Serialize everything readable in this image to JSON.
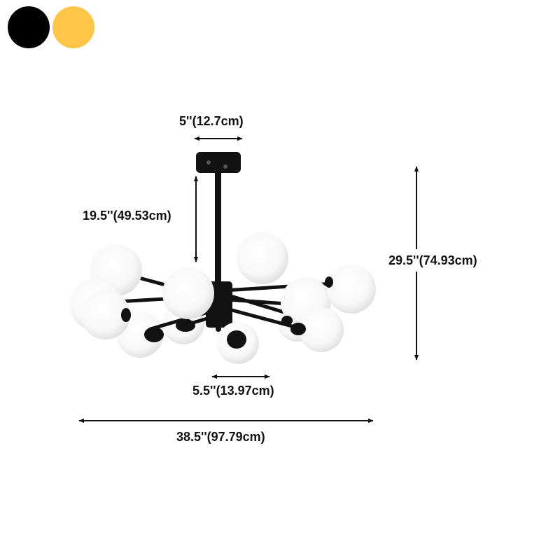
{
  "color_options": [
    {
      "name": "black",
      "hex": "#000000"
    },
    {
      "name": "gold",
      "hex": "#FFC64A"
    }
  ],
  "dimensions": {
    "canopy_width": "5''(12.7cm)",
    "rod_length": "19.5''(49.53cm)",
    "total_height": "29.5''(74.93cm)",
    "globe_diameter": "5.5''(13.97cm)",
    "total_width": "38.5''(97.79cm)"
  },
  "colors": {
    "fixture": "#111111",
    "globe": "#ffffff",
    "globe_shade": "#e4e4e4",
    "arrow": "#111111"
  }
}
